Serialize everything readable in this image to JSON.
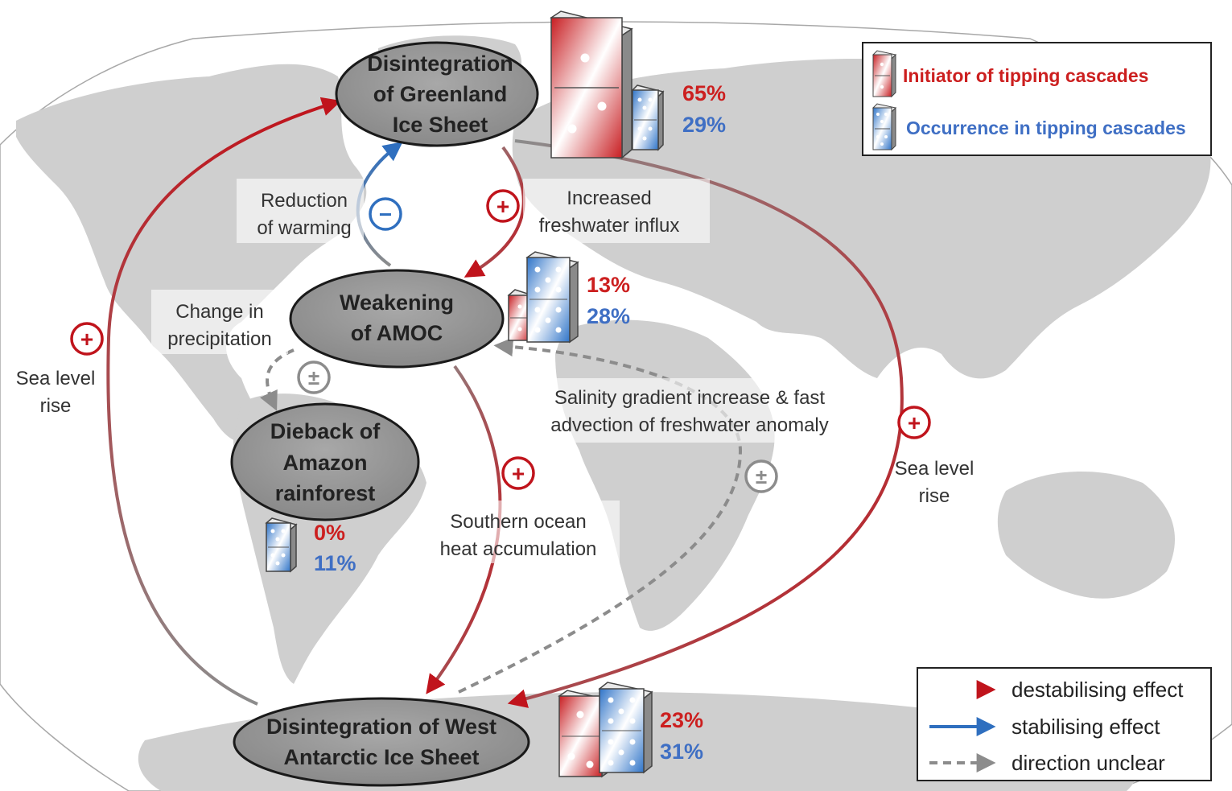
{
  "colors": {
    "destabilising": "#c0141c",
    "stabilising": "#2f6fbf",
    "unclear": "#8c8c8c",
    "initiator_text": "#cc1f1f",
    "occurrence_text": "#3f6fc4",
    "land": "#cfcfcf",
    "ocean": "#ffffff"
  },
  "nodes": {
    "greenland": {
      "line1": "Disintegration",
      "line2": "of Greenland",
      "line3": "Ice Sheet",
      "initiator": "65%",
      "occurrence": "29%"
    },
    "amoc": {
      "line1": "Weakening",
      "line2": "of AMOC",
      "initiator": "13%",
      "occurrence": "28%"
    },
    "amazon": {
      "line1": "Dieback of",
      "line2": "Amazon",
      "line3": "rainforest",
      "initiator": "0%",
      "occurrence": "11%"
    },
    "wais": {
      "line1": "Disintegration of West",
      "line2": "Antarctic Ice Sheet",
      "initiator": "23%",
      "occurrence": "31%"
    }
  },
  "labels": {
    "reduction": {
      "line1": "Reduction",
      "line2": "of warming"
    },
    "freshwater": {
      "line1": "Increased",
      "line2": "freshwater influx"
    },
    "precip": {
      "line1": "Change in",
      "line2": "precipitation"
    },
    "sea_left": {
      "line1": "Sea level",
      "line2": "rise"
    },
    "sea_right": {
      "line1": "Sea level",
      "line2": "rise"
    },
    "salinity": {
      "line1": "Salinity gradient increase & fast",
      "line2": "advection of freshwater anomaly"
    },
    "southern": {
      "line1": "Southern ocean",
      "line2": "heat accumulation"
    }
  },
  "signs": {
    "plus": "+",
    "minus": "−",
    "plusminus": "±"
  },
  "legend_top": {
    "initiator": "Initiator of tipping cascades",
    "occurrence": "Occurrence in tipping cascades"
  },
  "legend_bottom": {
    "destabilising": "destabilising effect",
    "stabilising": "stabilising effect",
    "unclear": "direction unclear"
  }
}
